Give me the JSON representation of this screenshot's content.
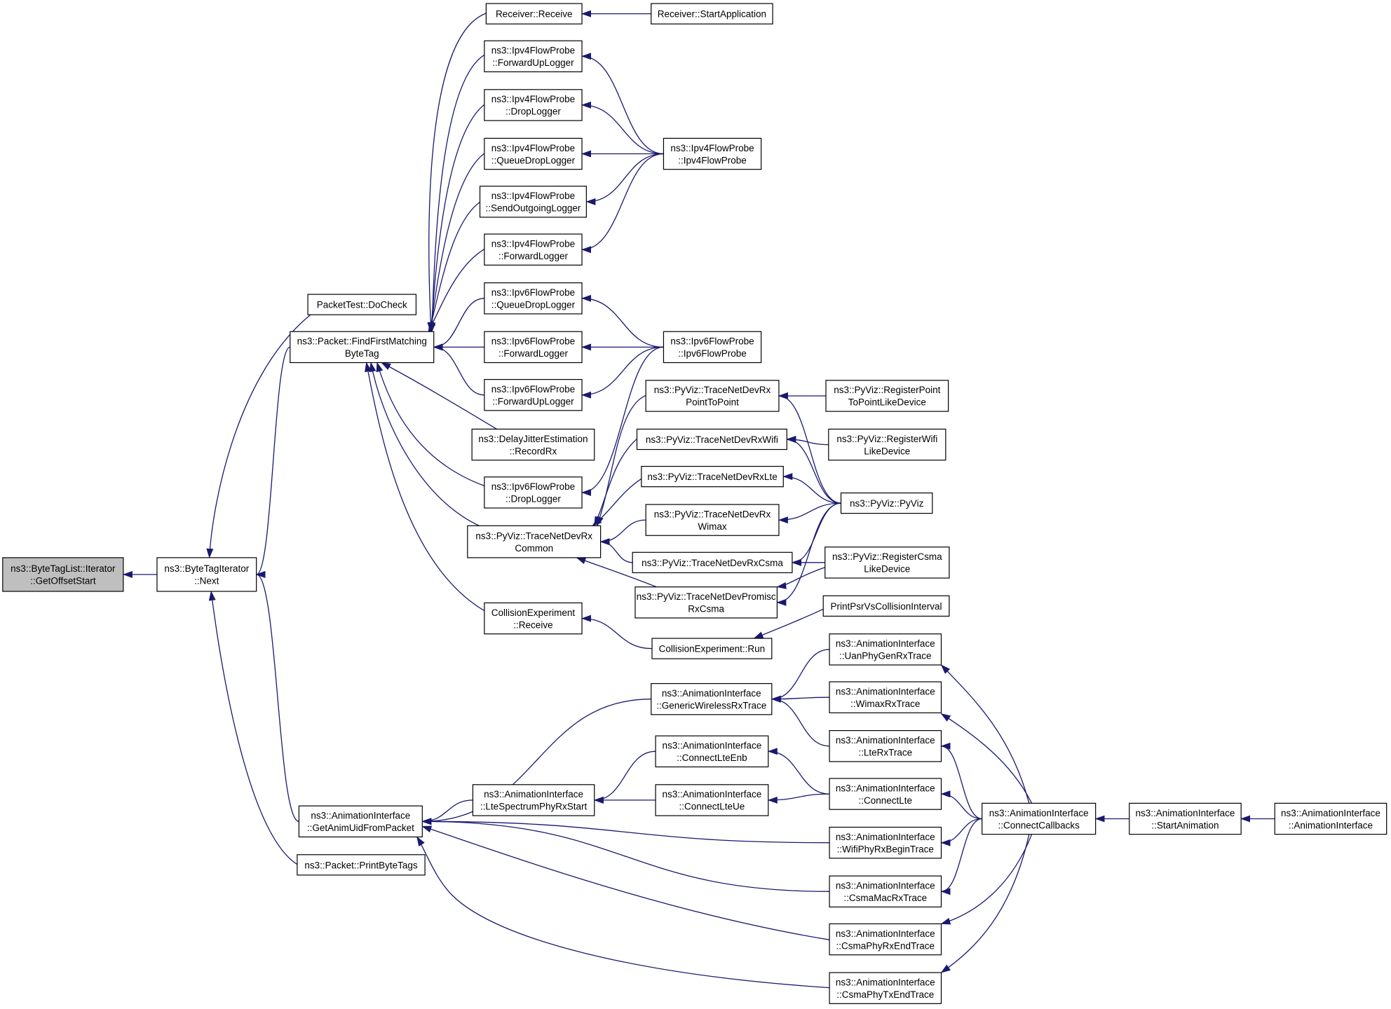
{
  "colors": {
    "edge": "#191970",
    "node_border": "#000000",
    "node_fill": "#ffffff",
    "root_fill": "#bfbfbf"
  },
  "nodes": [
    {
      "id": "root",
      "lines": [
        "ns3::ByteTagList::Iterator",
        "::GetOffsetStart"
      ],
      "root": true
    },
    {
      "id": "next",
      "lines": [
        "ns3::ByteTagIterator",
        "::Next"
      ]
    },
    {
      "id": "doCheck",
      "lines": [
        "PacketTest::DoCheck"
      ]
    },
    {
      "id": "findFirst",
      "lines": [
        "ns3::Packet::FindFirstMatching",
        "ByteTag"
      ]
    },
    {
      "id": "getAnim",
      "lines": [
        "ns3::AnimationInterface",
        "::GetAnimUidFromPacket"
      ]
    },
    {
      "id": "printByteTags",
      "lines": [
        "ns3::Packet::PrintByteTags"
      ]
    },
    {
      "id": "recvReceive",
      "lines": [
        "Receiver::Receive"
      ]
    },
    {
      "id": "recvStart",
      "lines": [
        "Receiver::StartApplication"
      ]
    },
    {
      "id": "v4FwdUp",
      "lines": [
        "ns3::Ipv4FlowProbe",
        "::ForwardUpLogger"
      ]
    },
    {
      "id": "v4Drop",
      "lines": [
        "ns3::Ipv4FlowProbe",
        "::DropLogger"
      ]
    },
    {
      "id": "v4QDrop",
      "lines": [
        "ns3::Ipv4FlowProbe",
        "::QueueDropLogger"
      ]
    },
    {
      "id": "v4Send",
      "lines": [
        "ns3::Ipv4FlowProbe",
        "::SendOutgoingLogger"
      ]
    },
    {
      "id": "v4Fwd",
      "lines": [
        "ns3::Ipv4FlowProbe",
        "::ForwardLogger"
      ]
    },
    {
      "id": "v4Probe",
      "lines": [
        "ns3::Ipv4FlowProbe",
        "::Ipv4FlowProbe"
      ]
    },
    {
      "id": "v6QDrop",
      "lines": [
        "ns3::Ipv6FlowProbe",
        "::QueueDropLogger"
      ]
    },
    {
      "id": "v6Fwd",
      "lines": [
        "ns3::Ipv6FlowProbe",
        "::ForwardLogger"
      ]
    },
    {
      "id": "v6FwdUp",
      "lines": [
        "ns3::Ipv6FlowProbe",
        "::ForwardUpLogger"
      ]
    },
    {
      "id": "delayJitter",
      "lines": [
        "ns3::DelayJitterEstimation",
        "::RecordRx"
      ]
    },
    {
      "id": "v6Drop",
      "lines": [
        "ns3::Ipv6FlowProbe",
        "::DropLogger"
      ]
    },
    {
      "id": "v6Probe",
      "lines": [
        "ns3::Ipv6FlowProbe",
        "::Ipv6FlowProbe"
      ]
    },
    {
      "id": "traceCommon",
      "lines": [
        "ns3::PyViz::TraceNetDevRx",
        "Common"
      ]
    },
    {
      "id": "collRecv",
      "lines": [
        "CollisionExperiment",
        "::Receive"
      ]
    },
    {
      "id": "collRun",
      "lines": [
        "CollisionExperiment::Run"
      ]
    },
    {
      "id": "printPsr",
      "lines": [
        "PrintPsrVsCollisionInterval"
      ]
    },
    {
      "id": "tP2P",
      "lines": [
        "ns3::PyViz::TraceNetDevRx",
        "PointToPoint"
      ]
    },
    {
      "id": "tWifi",
      "lines": [
        "ns3::PyViz::TraceNetDevRxWifi"
      ]
    },
    {
      "id": "tLte",
      "lines": [
        "ns3::PyViz::TraceNetDevRxLte"
      ]
    },
    {
      "id": "tWimax",
      "lines": [
        "ns3::PyViz::TraceNetDevRx",
        "Wimax"
      ]
    },
    {
      "id": "tCsma",
      "lines": [
        "ns3::PyViz::TraceNetDevRxCsma"
      ]
    },
    {
      "id": "tPromisc",
      "lines": [
        "ns3::PyViz::TraceNetDevPromisc",
        "RxCsma"
      ]
    },
    {
      "id": "regP2P",
      "lines": [
        "ns3::PyViz::RegisterPoint",
        "ToPointLikeDevice"
      ]
    },
    {
      "id": "regWifi",
      "lines": [
        "ns3::PyViz::RegisterWifi",
        "LikeDevice"
      ]
    },
    {
      "id": "pyviz",
      "lines": [
        "ns3::PyViz::PyViz"
      ]
    },
    {
      "id": "regCsma",
      "lines": [
        "ns3::PyViz::RegisterCsma",
        "LikeDevice"
      ]
    },
    {
      "id": "genWireless",
      "lines": [
        "ns3::AnimationInterface",
        "::GenericWirelessRxTrace"
      ]
    },
    {
      "id": "lteSpec",
      "lines": [
        "ns3::AnimationInterface",
        "::LteSpectrumPhyRxStart"
      ]
    },
    {
      "id": "connEnb",
      "lines": [
        "ns3::AnimationInterface",
        "::ConnectLteEnb"
      ]
    },
    {
      "id": "connUe",
      "lines": [
        "ns3::AnimationInterface",
        "::ConnectLteUe"
      ]
    },
    {
      "id": "uanPhy",
      "lines": [
        "ns3::AnimationInterface",
        "::UanPhyGenRxTrace"
      ]
    },
    {
      "id": "wimaxRx",
      "lines": [
        "ns3::AnimationInterface",
        "::WimaxRxTrace"
      ]
    },
    {
      "id": "lteRx",
      "lines": [
        "ns3::AnimationInterface",
        "::LteRxTrace"
      ]
    },
    {
      "id": "connLte",
      "lines": [
        "ns3::AnimationInterface",
        "::ConnectLte"
      ]
    },
    {
      "id": "wifiPhy",
      "lines": [
        "ns3::AnimationInterface",
        "::WifiPhyRxBeginTrace"
      ]
    },
    {
      "id": "csmaMac",
      "lines": [
        "ns3::AnimationInterface",
        "::CsmaMacRxTrace"
      ]
    },
    {
      "id": "csmaPhyRx",
      "lines": [
        "ns3::AnimationInterface",
        "::CsmaPhyRxEndTrace"
      ]
    },
    {
      "id": "csmaPhyTx",
      "lines": [
        "ns3::AnimationInterface",
        "::CsmaPhyTxEndTrace"
      ]
    },
    {
      "id": "connCb",
      "lines": [
        "ns3::AnimationInterface",
        "::ConnectCallbacks"
      ]
    },
    {
      "id": "startAnim",
      "lines": [
        "ns3::AnimationInterface",
        "::StartAnimation"
      ]
    },
    {
      "id": "animIface",
      "lines": [
        "ns3::AnimationInterface",
        "::AnimationInterface"
      ]
    }
  ],
  "edges": [
    {
      "from": "next",
      "to": "root"
    },
    {
      "from": "doCheck",
      "to": "next"
    },
    {
      "from": "findFirst",
      "to": "next"
    },
    {
      "from": "getAnim",
      "to": "next"
    },
    {
      "from": "printByteTags",
      "to": "next"
    },
    {
      "from": "recvReceive",
      "to": "findFirst"
    },
    {
      "from": "v4FwdUp",
      "to": "findFirst"
    },
    {
      "from": "v4Drop",
      "to": "findFirst"
    },
    {
      "from": "v4QDrop",
      "to": "findFirst"
    },
    {
      "from": "v4Send",
      "to": "findFirst"
    },
    {
      "from": "v4Fwd",
      "to": "findFirst"
    },
    {
      "from": "v6QDrop",
      "to": "findFirst"
    },
    {
      "from": "v6Fwd",
      "to": "findFirst"
    },
    {
      "from": "v6FwdUp",
      "to": "findFirst"
    },
    {
      "from": "delayJitter",
      "to": "findFirst"
    },
    {
      "from": "v6Drop",
      "to": "findFirst"
    },
    {
      "from": "traceCommon",
      "to": "findFirst"
    },
    {
      "from": "collRecv",
      "to": "findFirst"
    },
    {
      "from": "recvStart",
      "to": "recvReceive"
    },
    {
      "from": "v4Probe",
      "to": "v4FwdUp"
    },
    {
      "from": "v4Probe",
      "to": "v4Drop"
    },
    {
      "from": "v4Probe",
      "to": "v4QDrop"
    },
    {
      "from": "v4Probe",
      "to": "v4Send"
    },
    {
      "from": "v4Probe",
      "to": "v4Fwd"
    },
    {
      "from": "v6Probe",
      "to": "v6QDrop"
    },
    {
      "from": "v6Probe",
      "to": "v6Fwd"
    },
    {
      "from": "v6Probe",
      "to": "v6FwdUp"
    },
    {
      "from": "v6Probe",
      "to": "v6Drop"
    },
    {
      "from": "tP2P",
      "to": "traceCommon"
    },
    {
      "from": "tWifi",
      "to": "traceCommon"
    },
    {
      "from": "tLte",
      "to": "traceCommon"
    },
    {
      "from": "tWimax",
      "to": "traceCommon"
    },
    {
      "from": "tCsma",
      "to": "traceCommon"
    },
    {
      "from": "tPromisc",
      "to": "traceCommon"
    },
    {
      "from": "regP2P",
      "to": "tP2P"
    },
    {
      "from": "regWifi",
      "to": "tWifi"
    },
    {
      "from": "regCsma",
      "to": "tCsma"
    },
    {
      "from": "regCsma",
      "to": "tPromisc"
    },
    {
      "from": "pyviz",
      "to": "tP2P"
    },
    {
      "from": "pyviz",
      "to": "tWifi"
    },
    {
      "from": "pyviz",
      "to": "tLte"
    },
    {
      "from": "pyviz",
      "to": "tWimax"
    },
    {
      "from": "pyviz",
      "to": "tCsma"
    },
    {
      "from": "pyviz",
      "to": "tPromisc"
    },
    {
      "from": "collRun",
      "to": "collRecv"
    },
    {
      "from": "printPsr",
      "to": "collRun"
    },
    {
      "from": "genWireless",
      "to": "getAnim"
    },
    {
      "from": "lteSpec",
      "to": "getAnim"
    },
    {
      "from": "wifiPhy",
      "to": "getAnim"
    },
    {
      "from": "csmaMac",
      "to": "getAnim"
    },
    {
      "from": "csmaPhyRx",
      "to": "getAnim"
    },
    {
      "from": "csmaPhyTx",
      "to": "getAnim"
    },
    {
      "from": "uanPhy",
      "to": "genWireless"
    },
    {
      "from": "wimaxRx",
      "to": "genWireless"
    },
    {
      "from": "lteRx",
      "to": "genWireless"
    },
    {
      "from": "connEnb",
      "to": "lteSpec"
    },
    {
      "from": "connUe",
      "to": "lteSpec"
    },
    {
      "from": "connLte",
      "to": "connEnb"
    },
    {
      "from": "connLte",
      "to": "connUe"
    },
    {
      "from": "connCb",
      "to": "uanPhy"
    },
    {
      "from": "connCb",
      "to": "wimaxRx"
    },
    {
      "from": "connCb",
      "to": "lteRx"
    },
    {
      "from": "connCb",
      "to": "connLte"
    },
    {
      "from": "connCb",
      "to": "wifiPhy"
    },
    {
      "from": "connCb",
      "to": "csmaMac"
    },
    {
      "from": "connCb",
      "to": "csmaPhyRx"
    },
    {
      "from": "connCb",
      "to": "csmaPhyTx"
    },
    {
      "from": "startAnim",
      "to": "connCb"
    },
    {
      "from": "animIface",
      "to": "startAnim"
    }
  ]
}
